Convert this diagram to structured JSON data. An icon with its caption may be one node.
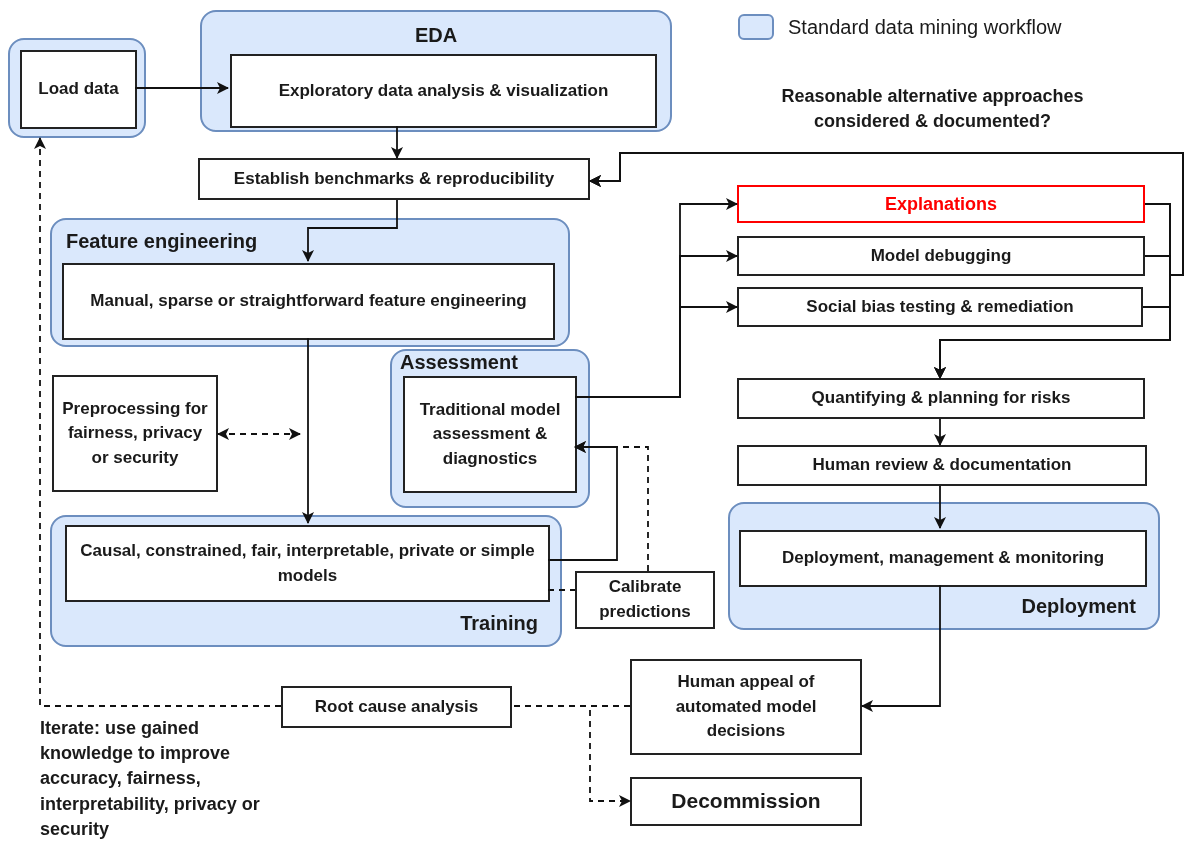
{
  "diagram": {
    "nodes": [
      {
        "text": [],
        "shape": "box"
      },
      {
        "text": [
          "Load data"
        ],
        "in": 0
      },
      {
        "text": [
          "EDA"
        ]
      },
      {
        "text": [
          "Exploratory data analysis & visualization"
        ],
        "in": 2
      },
      {
        "text": [
          "Establish benchmarks & reproducibility"
        ]
      },
      {
        "text": [
          "Feature engineering"
        ]
      },
      {
        "text": [
          "Manual, sparse or straightforward feature engineering"
        ],
        "in": 5
      },
      {
        "text": [
          "Assessment"
        ]
      },
      {
        "text": [
          "Traditional model assessment & diagnostics"
        ],
        "in": 7
      },
      {
        "text": [
          "Preprocessing for fairness, privacy or security"
        ]
      },
      {
        "text": [
          "Training"
        ]
      },
      {
        "text": [
          "Causal, constrained, fair, interpretable, private or simple models"
        ],
        "in": 10
      },
      {
        "text": [
          "Calibrate predictions"
        ]
      },
      {
        "text": [
          "Explanations"
        ]
      },
      {
        "text": [
          "Model debugging"
        ]
      },
      {
        "text": [
          "Social bias testing & remediation"
        ]
      },
      {
        "text": [
          "Quantifying & planning for risks"
        ]
      },
      {
        "text": [
          "Human review & documentation"
        ]
      },
      {
        "text": [
          "Deployment"
        ]
      },
      {
        "text": [
          "Deployment, management & monitoring"
        ],
        "in": 18
      },
      {
        "text": [
          "Human appeal of automated model decisions"
        ]
      },
      {
        "text": [
          "Root cause analysis"
        ]
      },
      {
        "text": [
          "Decommission"
        ]
      }
    ],
    "edges": [
      {
        "from": 1,
        "to": 3,
        "arrow": "to"
      },
      {
        "from": 3,
        "to": 4,
        "arrow": "to"
      },
      {
        "from": 4,
        "to": 6,
        "arrow": "to"
      },
      {
        "from": 6,
        "to": 11,
        "arrow": "to"
      },
      {
        "from": 9,
        "to": null,
        "arrow": "both",
        "style": "dashed"
      },
      {
        "from": 11,
        "to": 8,
        "arrow": "to"
      },
      {
        "from": 11,
        "to": 12,
        "arrow": "none",
        "style": "dashed"
      },
      {
        "from": 12,
        "to": 8,
        "arrow": "to",
        "style": "dashed"
      },
      {
        "from": 8,
        "to": 13,
        "arrow": "to"
      },
      {
        "from": 8,
        "to": 14,
        "arrow": "to"
      },
      {
        "from": 8,
        "to": 15,
        "arrow": "to"
      },
      {
        "from": 13,
        "to": 16,
        "arrow": "to"
      },
      {
        "from": 14,
        "to": 16,
        "arrow": "to"
      },
      {
        "from": 15,
        "to": 16,
        "arrow": "to"
      },
      {
        "from": 13,
        "to": 4,
        "arrow": "to"
      },
      {
        "from": 14,
        "to": 4,
        "arrow": "to"
      },
      {
        "from": 15,
        "to": 4,
        "arrow": "to"
      },
      {
        "from": 16,
        "to": 17,
        "arrow": "to"
      },
      {
        "from": 17,
        "to": 19,
        "arrow": "to"
      },
      {
        "from": 19,
        "to": 20,
        "arrow": "to"
      },
      {
        "from": 20,
        "to": 21,
        "arrow": "none",
        "style": "dashed"
      },
      {
        "from": 21,
        "to": 0,
        "arrow": "to",
        "style": "dashed"
      },
      {
        "from": 20,
        "to": 22,
        "arrow": "to",
        "style": "dashed"
      }
    ],
    "labels": [
      "Reasonable alternative approaches considered & documented?",
      "Iterate: use gained knowledge to improve accuracy, fairness, interpretability, privacy or security"
    ],
    "legend": [
      {
        "text": "Standard data mining workflow",
        "color": "#dae8fc"
      }
    ]
  }
}
